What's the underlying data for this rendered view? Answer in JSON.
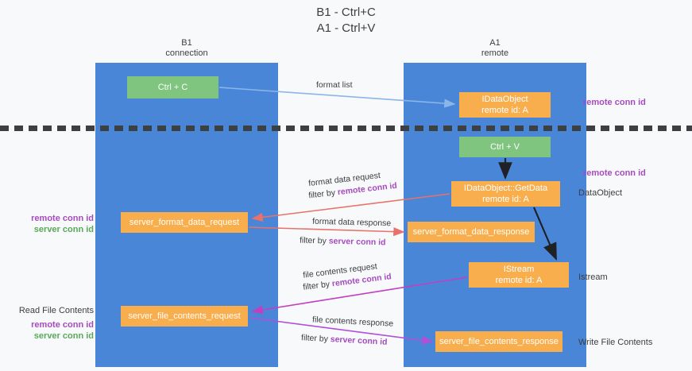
{
  "title": {
    "line1": "B1 - Ctrl+C",
    "line2": "A1 - Ctrl+V"
  },
  "columns": {
    "left": {
      "name": "B1",
      "role": "connection"
    },
    "right": {
      "name": "A1",
      "role": "remote"
    }
  },
  "boxes": {
    "ctrl_c": {
      "label": "Ctrl + C",
      "color": "#7fc47f"
    },
    "idataobject": {
      "line1": "IDataObject",
      "line2": "remote id: A",
      "color": "#f9ae4d"
    },
    "ctrl_v": {
      "label": "Ctrl + V",
      "color": "#7fc47f"
    },
    "getdata": {
      "line1": "IDataObject::GetData",
      "line2": "remote id: A",
      "color": "#f9ae4d"
    },
    "server_format_data_request": {
      "label": "server_format_data_request",
      "color": "#f9ae4d"
    },
    "server_format_data_response": {
      "label": "server_format_data_response",
      "color": "#f9ae4d"
    },
    "istream": {
      "line1": "IStream",
      "line2": "remote id: A",
      "color": "#f9ae4d"
    },
    "server_file_contents_request": {
      "label": "server_file_contents_request",
      "color": "#f9ae4d"
    },
    "server_file_contents_response": {
      "label": "server_file_contents_response",
      "color": "#f9ae4d"
    }
  },
  "edge_labels": {
    "format_list": "format list",
    "format_data_request": "format data request",
    "format_data_request_filter_prefix": "filter by ",
    "format_data_request_filter_key": "remote conn id",
    "format_data_response": "format data response",
    "format_data_response_filter_prefix": "filter by ",
    "format_data_response_filter_key": "server conn id",
    "file_contents_request": "file contents request",
    "file_contents_request_filter_prefix": "filter by ",
    "file_contents_request_filter_key": "remote conn id",
    "file_contents_response": "file contents response",
    "file_contents_response_filter_prefix": "filter by ",
    "file_contents_response_filter_key": "server conn id"
  },
  "annotations": {
    "right_remote_conn_id_top": "remote conn id",
    "right_remote_conn_id_mid": "remote conn id",
    "dataobject": "DataObject",
    "istream": "Istream",
    "write_file_contents": "Write File Contents",
    "left_remote_conn_id": "remote conn id",
    "left_server_conn_id": "server conn id",
    "read_file_contents": "Read File Contents",
    "left_remote_conn_id_2": "remote conn id",
    "left_server_conn_id_2": "server conn id"
  },
  "colors": {
    "lane_blue": "#4a86d8",
    "box_green": "#7fc47f",
    "box_orange": "#f9ae4d",
    "key_purple": "#a64bbf",
    "key_green": "#5aa85a",
    "arrow_blue": "#8ab6e8",
    "arrow_red": "#e8716a",
    "arrow_magenta": "#c13fc1",
    "arrow_purple": "#b04fd8",
    "arrow_black": "#202124",
    "background": "#f8f9fa",
    "text": "#3c4043"
  }
}
